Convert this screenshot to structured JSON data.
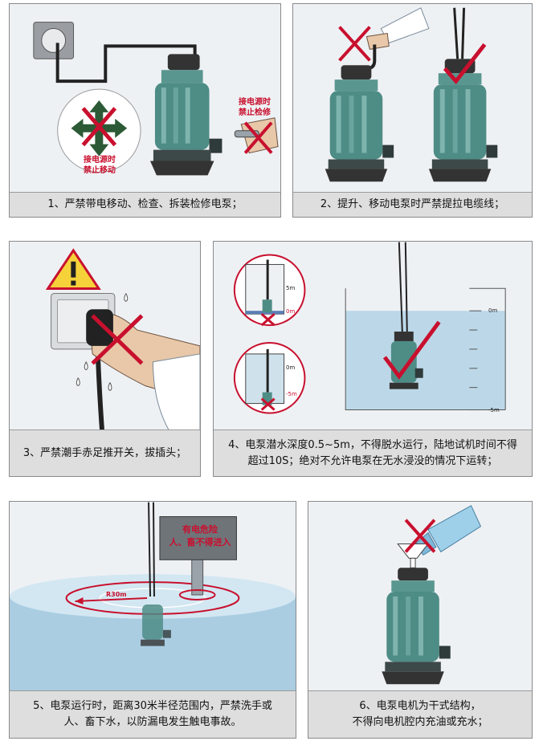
{
  "panels": {
    "p1": {
      "caption": "1、严禁带电移动、检查、拆装检修电泵；",
      "label_move": [
        "接电源时",
        "禁止移动"
      ],
      "label_repair": [
        "接电源时",
        "禁止检修"
      ]
    },
    "p2": {
      "caption": "2、提升、移动电泵时严禁提拉电缆线；"
    },
    "p3": {
      "caption": "3、严禁潮手赤足推开关，拔插头；"
    },
    "p4": {
      "caption_lines": [
        "4、电泵潜水深度0.5~5m，不得脱水运行，陆地试机时间不得",
        "超过10S；绝对不允许电泵在无水浸没的情况下运转；"
      ],
      "inset_top": {
        "top_tick": "5m",
        "bottom_tick": "0m"
      },
      "inset_bottom": {
        "top_tick": "0m",
        "bottom_tick": "-5m"
      },
      "scale": {
        "top_tick": "0m",
        "bottom_tick": "-5m"
      }
    },
    "p5": {
      "caption_lines": [
        "5、电泵运行时，距离30米半径范围内，严禁洗手或",
        "人、畜下水，以防漏电发生触电事故。"
      ],
      "sign": [
        "有电危险",
        "人、畜不得进入"
      ],
      "radius_label": "R30m"
    },
    "p6": {
      "caption_lines": [
        "6、电泵电机为干式结构，",
        "不得向电机腔内充油或充水；"
      ]
    }
  },
  "colors": {
    "warning_red": "#c8102e",
    "pump_green": "#4e8c86",
    "water_blue": "#bcd8e8",
    "caption_bg": "#dedede"
  }
}
